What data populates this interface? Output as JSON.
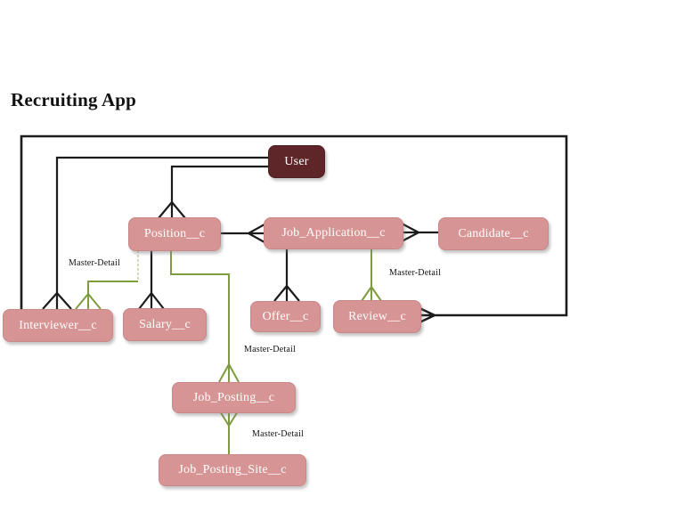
{
  "title": "Recruiting App",
  "entities": [
    {
      "id": "user",
      "label": "User",
      "variant": "standard-object"
    },
    {
      "id": "position",
      "label": "Position__c",
      "variant": "custom-object"
    },
    {
      "id": "job-application",
      "label": "Job_Application__c",
      "variant": "custom-object"
    },
    {
      "id": "candidate",
      "label": "Candidate__c",
      "variant": "custom-object"
    },
    {
      "id": "interviewer",
      "label": "Interviewer__c",
      "variant": "custom-object"
    },
    {
      "id": "salary",
      "label": "Salary__c",
      "variant": "custom-object"
    },
    {
      "id": "offer",
      "label": "Offer__c",
      "variant": "custom-object"
    },
    {
      "id": "review",
      "label": "Review__c",
      "variant": "custom-object"
    },
    {
      "id": "job-posting",
      "label": "Job_Posting__c",
      "variant": "custom-object"
    },
    {
      "id": "job-posting-site",
      "label": "Job_Posting_Site__c",
      "variant": "custom-object"
    }
  ],
  "connections": [
    {
      "id": "user-position",
      "from": "User",
      "to": "Position__c",
      "type": "lookup"
    },
    {
      "id": "user-interviewer",
      "from": "User",
      "to": "Interviewer__c",
      "type": "lookup"
    },
    {
      "id": "interviewer-review-loop",
      "from": "Interviewer__c",
      "to": "Review__c",
      "type": "lookup"
    },
    {
      "id": "position-jobapplication",
      "from": "Position__c",
      "to": "Job_Application__c",
      "type": "lookup"
    },
    {
      "id": "candidate-jobapplication",
      "from": "Candidate__c",
      "to": "Job_Application__c",
      "type": "lookup"
    },
    {
      "id": "jobapplication-offer",
      "from": "Job_Application__c",
      "to": "Offer__c",
      "type": "lookup"
    },
    {
      "id": "position-salary",
      "from": "Position__c",
      "to": "Salary__c",
      "type": "lookup"
    },
    {
      "id": "position-interviewer",
      "from": "Position__c",
      "to": "Interviewer__c",
      "type": "master-detail",
      "label": "Master-Detail"
    },
    {
      "id": "jobapplication-review",
      "from": "Job_Application__c",
      "to": "Review__c",
      "type": "master-detail",
      "label": "Master-Detail"
    },
    {
      "id": "position-jobposting",
      "from": "Position__c",
      "to": "Job_Posting__c",
      "type": "master-detail",
      "label": "Master-Detail"
    },
    {
      "id": "jobposting-jobpostingsite",
      "from": "Job_Posting__c",
      "to": "Job_Posting_Site__c",
      "type": "master-detail",
      "label": "Master-Detail"
    }
  ],
  "colors": {
    "entity-fill": "#d79494",
    "entity-border": "#c98888",
    "entity-text": "#ffffff",
    "user-fill": "#5e2628",
    "user-border": "#4d1f21",
    "line-black": "#1b1b1b",
    "line-green": "#7d9c42",
    "line-green-light": "#c8d4a4",
    "title-color": "#121212",
    "background": "#ffffff"
  }
}
